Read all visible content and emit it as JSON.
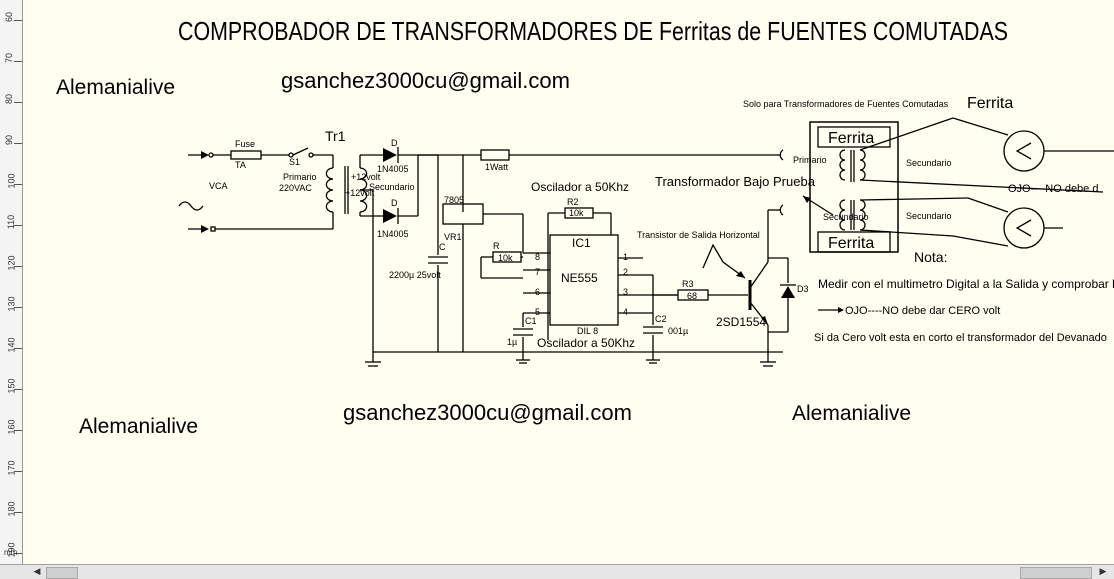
{
  "title": "COMPROBADOR DE TRANSFORMADORES DE Ferritas de  FUENTES COMUTADAS",
  "watermarks": {
    "alemania_1": "Alemanialive",
    "alemania_2": "Alemanialive",
    "alemania_3": "Alemanialive",
    "email_1": "gsanchez3000cu@gmail.com",
    "email_2": "gsanchez3000cu@gmail.com"
  },
  "ruler": {
    "unit": "mm",
    "ticks": [
      "60",
      "70",
      "80",
      "90",
      "100",
      "110",
      "120",
      "130",
      "140",
      "150",
      "160",
      "170",
      "180",
      "190"
    ]
  },
  "labels": {
    "fuse": "Fuse",
    "fuse_rating": "TA",
    "switch": "S1",
    "primario_tr1": "Primario",
    "voltage_in": "220VAC",
    "vca": "VCA",
    "tr1": "Tr1",
    "plus12": "+12volt",
    "secundario_tr1": "Secundario",
    "minus12": "+12volt",
    "d_top": "D",
    "d1_part": "1N4005",
    "d_bottom": "D",
    "d2_part": "1N4005",
    "resistor_1w": "1Watt",
    "reg": "7805",
    "vr1": "VR1",
    "cap_c": "C",
    "cap_c_val": "2200µ 25volt",
    "osc_top": "Oscilador a 50Khz",
    "r2": "R2",
    "r2_val": "10k",
    "ic1": "IC1",
    "ic_part": "NE555",
    "ic_pkg": "DIL 8",
    "r": "R",
    "r_val": "10k",
    "pin8": "8",
    "pin7": "7",
    "pin6": "6",
    "pin5": "5",
    "pin1": "1",
    "pin2": "2",
    "pin3": "3",
    "pin4": "4",
    "c1": "C1",
    "c1_val": "1µ",
    "c2": "C2",
    "c2_val": "001µ",
    "osc_bottom": "Oscilador a 50Khz",
    "r3": "R3",
    "r3_val": "68",
    "transistor_note": "Transistor de Salida Horizontal",
    "transistor_part": "2SD1554",
    "d3": "D3",
    "dut": "Transformador Bajo Prueba",
    "solo_para": "Solo para Transformadores de Fuentes Comutadas",
    "ferrita_head": "Ferrita",
    "ferrita_1": "Ferrita",
    "ferrita_2": "Ferrita",
    "primario_dut": "Primario",
    "secundario_dut_1": "Secundario",
    "secundario_dut_2": "Secundario",
    "secundario_dut_3": "Secundario",
    "ojo_1": "OJO----NO debe d",
    "nota": "Nota:",
    "medir": "Medir con el multimetro Digital a la Salida y comprobar los voltajes",
    "ojo_2": "OJO----NO debe dar CERO volt",
    "si_da": "Si da Cero volt esta en corto el transformador del Devanado"
  }
}
